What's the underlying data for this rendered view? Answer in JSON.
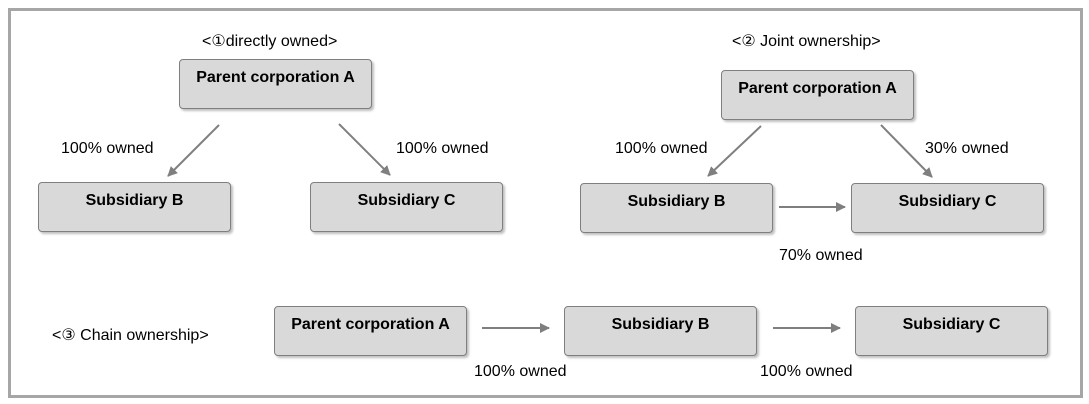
{
  "section1": {
    "title": "<①directly owned>",
    "parent": "Parent corporation A",
    "sub_b": "Subsidiary B",
    "sub_c": "Subsidiary C",
    "edge_b": "100% owned",
    "edge_c": "100% owned"
  },
  "section2": {
    "title": "<②  Joint ownership>",
    "parent": "Parent corporation A",
    "sub_b": "Subsidiary B",
    "sub_c": "Subsidiary C",
    "edge_b": "100% owned",
    "edge_c": "30% owned",
    "edge_bc": "70% owned"
  },
  "section3": {
    "title": "<③  Chain ownership>",
    "parent": "Parent corporation A",
    "sub_b": "Subsidiary B",
    "sub_c": "Subsidiary C",
    "edge_ab": "100% owned",
    "edge_bc": "100% owned"
  },
  "colors": {
    "box_fill": "#d9d9d9",
    "box_border": "#7f7f7f",
    "arrow": "#7f7f7f",
    "frame": "#a6a6a6"
  }
}
